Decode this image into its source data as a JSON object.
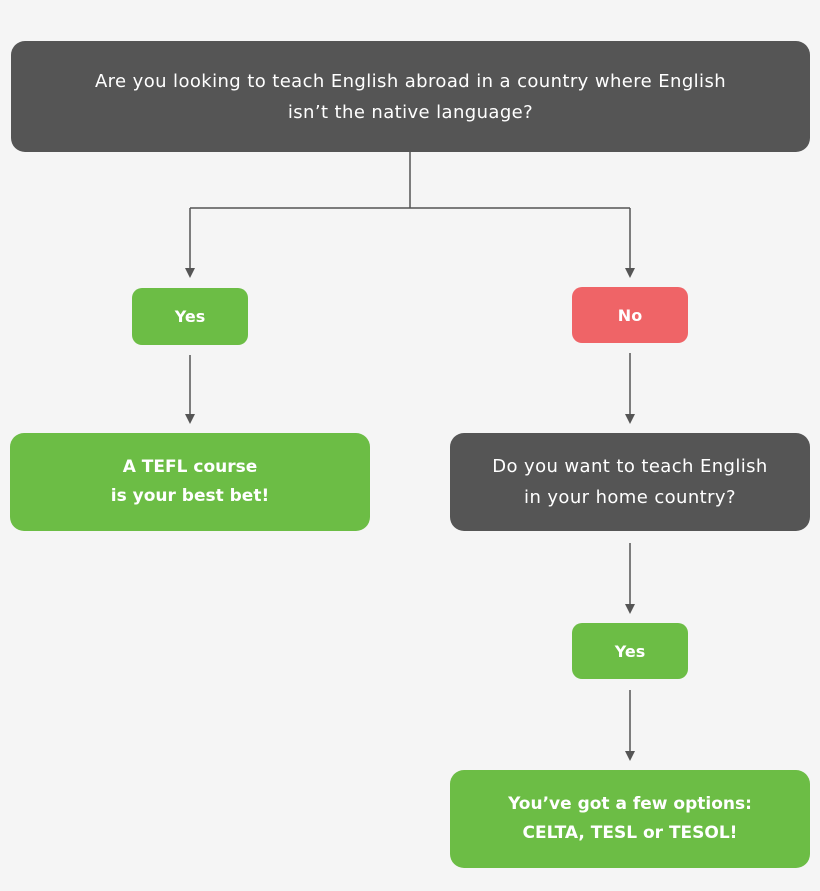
{
  "nodes": {
    "question_1": "Are you looking to teach English abroad in a country where English\nisn’t the native language?",
    "yes_1": "Yes",
    "no_1": "No",
    "result_tefl": "A TEFL course\nis your best bet!",
    "question_2": "Do you want to teach English\nin your home country?",
    "yes_2": "Yes",
    "result_options": "You’ve got a few options:\nCELTA, TESL or TESOL!"
  },
  "colors": {
    "background": "#f5f5f5",
    "question_fill": "#555555",
    "yes_fill": "#6cbd45",
    "no_fill": "#ef6467",
    "text": "#ffffff",
    "connector": "#555555"
  }
}
